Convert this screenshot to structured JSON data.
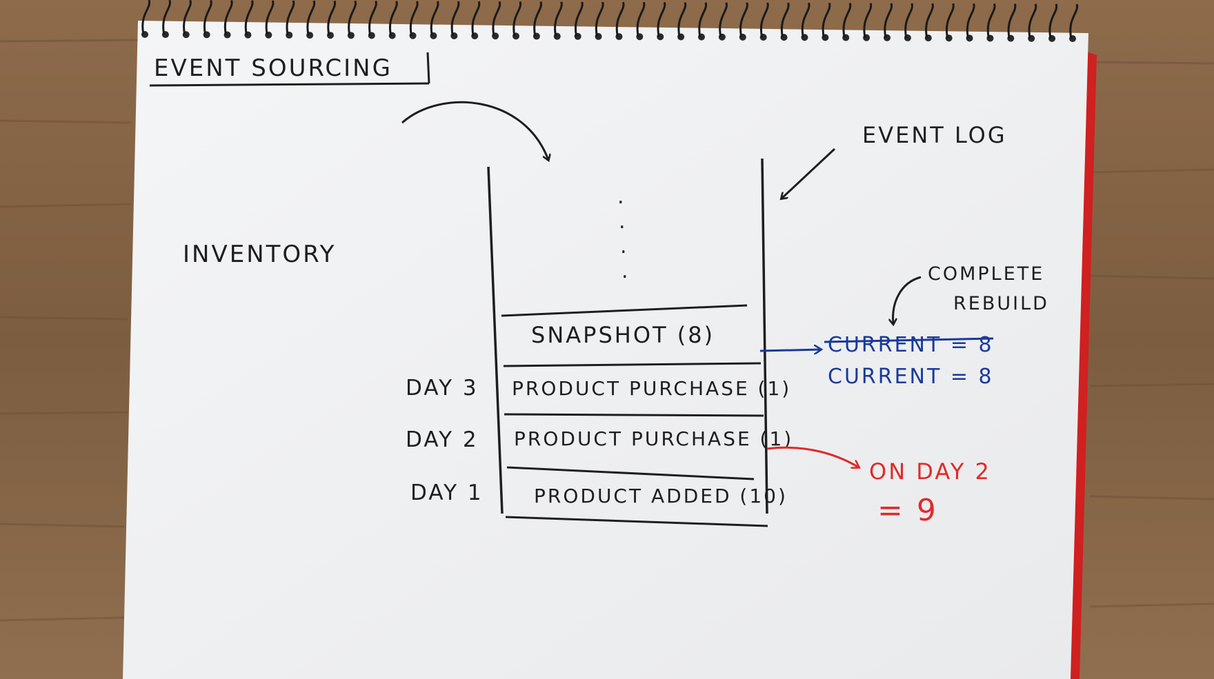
{
  "title": "EVENT SOURCING",
  "entity_label": "INVENTORY",
  "event_log_label": "EVENT LOG",
  "log": {
    "entries": [
      {
        "day": "DAY 3",
        "event": "PRODUCT PURCHASE (1)"
      },
      {
        "day": "DAY 2",
        "event": "PRODUCT PURCHASE (1)"
      },
      {
        "day": "DAY 1",
        "event": "PRODUCT ADDED (10)"
      }
    ],
    "snapshot": "SNAPSHOT (8)",
    "continuation_dots": ".",
    "snapshot_value": 8
  },
  "annotations": {
    "complete_rebuild_line1": "COMPLETE",
    "complete_rebuild_line2": "REBUILD",
    "struck_current": "CURRENT = 8",
    "current": "CURRENT = 8",
    "on_day": "ON DAY 2",
    "on_day_value": "= 9"
  },
  "colors": {
    "ink": "#1e1e1e",
    "blue": "#1a3a9a",
    "red": "#e02a2a",
    "paper": "#f1f2f3",
    "wood": "#8a6a4a"
  }
}
